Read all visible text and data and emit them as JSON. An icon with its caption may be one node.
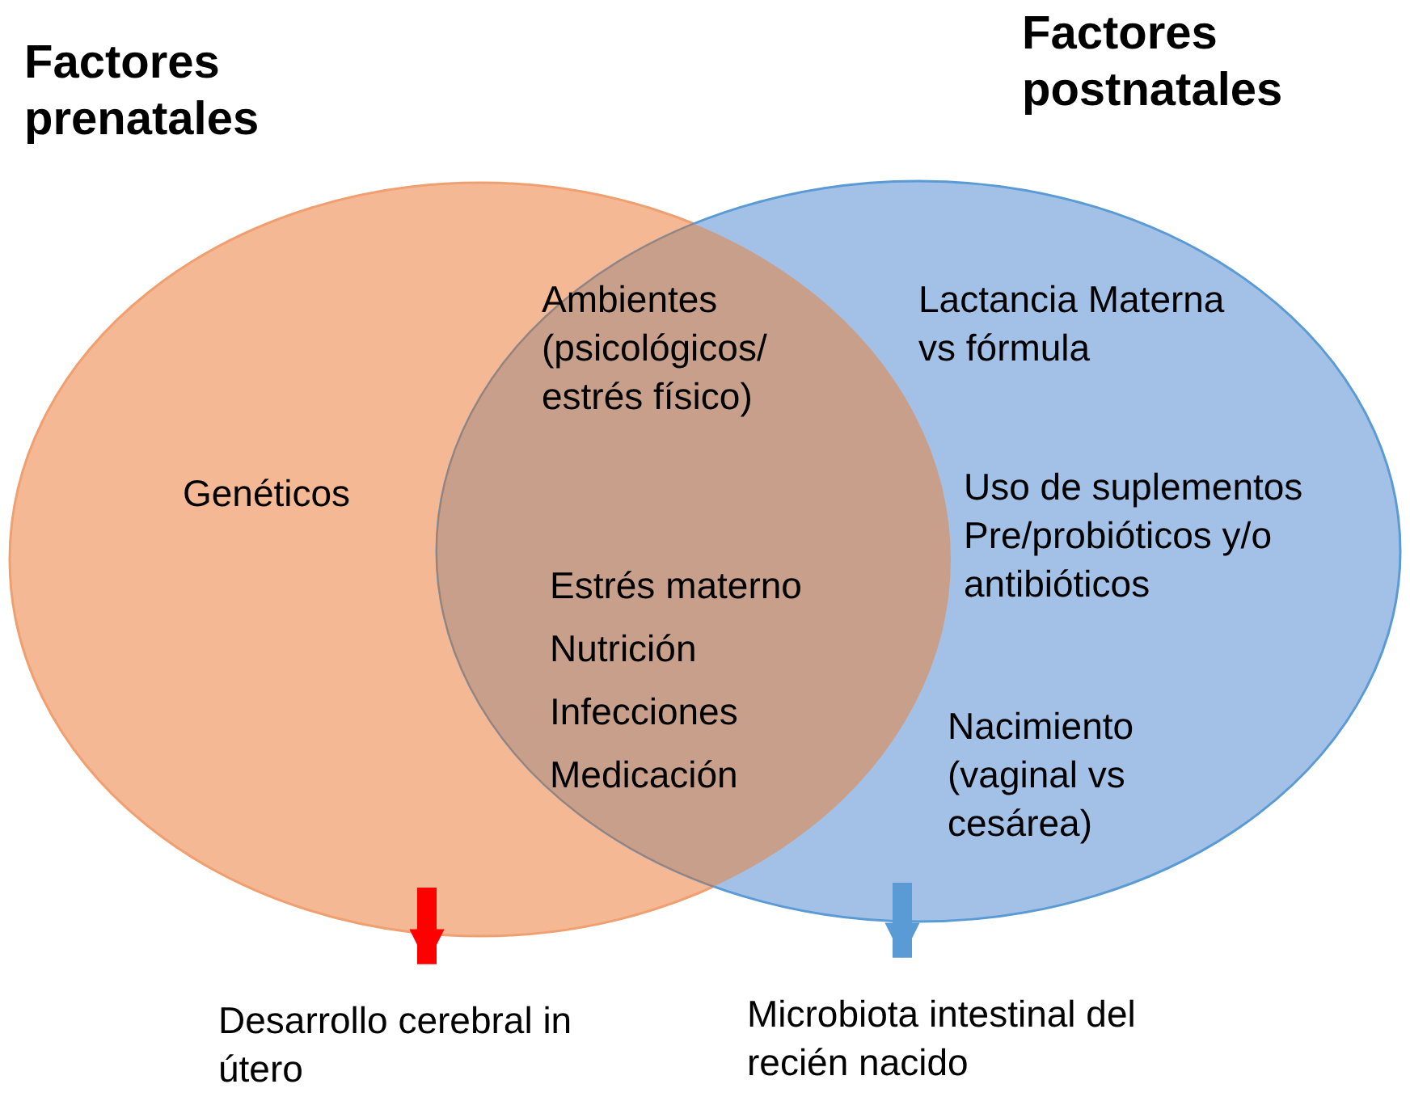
{
  "diagram": {
    "nodes": [
      {
        "text": [
          "Factores prenatales",
          "Genéticos"
        ]
      },
      {
        "text": [
          "Factores postnatales",
          "Lactancia Materna vs fórmula",
          "Uso de suplementos Pre/probióticos y/o antibióticos",
          "Nacimiento (vaginal vs cesárea)"
        ]
      },
      {
        "text": [
          "Desarrollo cerebral in útero"
        ]
      },
      {
        "text": [
          "Microbiota intestinal del recién nacido"
        ]
      }
    ],
    "edges": [
      {
        "from": 0,
        "to": 2,
        "arrow": "to",
        "color": "#ff0000"
      },
      {
        "from": 1,
        "to": 3,
        "arrow": "to",
        "color": "#5b9bd5"
      }
    ],
    "labels": [
      "Ambientes (psicológicos/ estrés físico)",
      "Estrés materno",
      "Nutrición",
      "Infecciones",
      "Medicación"
    ]
  }
}
